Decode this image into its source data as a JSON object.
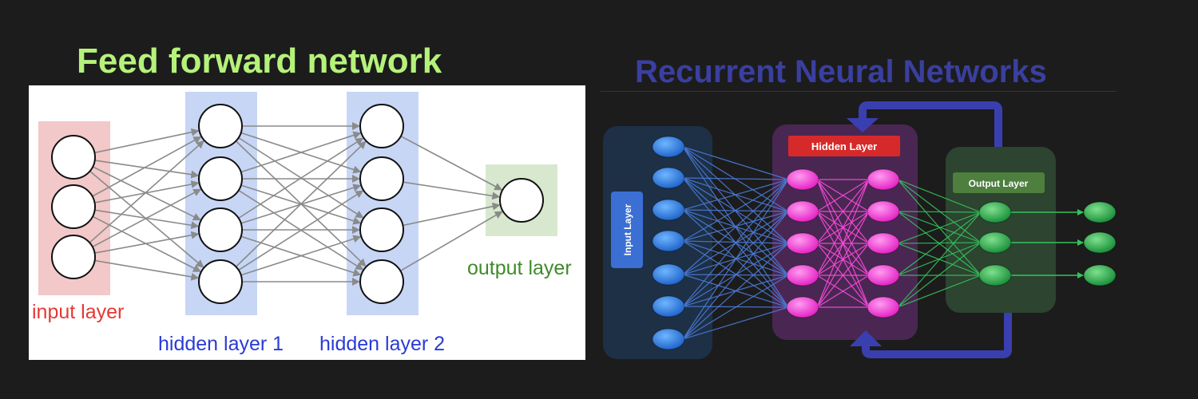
{
  "feed_forward": {
    "title": "Feed forward network",
    "input_label": "input layer",
    "hidden1_label": "hidden layer 1",
    "hidden2_label": "hidden layer 2",
    "output_label": "output layer",
    "colors": {
      "title": "#b5f27a",
      "input_band": "#f2c8c8",
      "hidden_band": "#c7d6f5",
      "output_band": "#d8e8cf",
      "edge": "#8a8a8a"
    },
    "layers": [
      3,
      4,
      4,
      1
    ]
  },
  "rnn": {
    "title": "Recurrent Neural Networks",
    "input_label": "Input Layer",
    "hidden_label": "Hidden Layer",
    "output_label": "Output Layer",
    "colors": {
      "title": "#3a3fa0",
      "input_node": "#2f7fe0",
      "hidden_node": "#ff3ad6",
      "output_node": "#2ca84a",
      "input_edge": "#4a7bd8",
      "hidden_edge": "#ff4ae0",
      "output_edge": "#34c45a",
      "feedback_arrow": "#3a3fb0",
      "hidden_badge": "#d62a2a"
    },
    "layers": [
      7,
      5,
      5,
      3,
      3
    ]
  }
}
